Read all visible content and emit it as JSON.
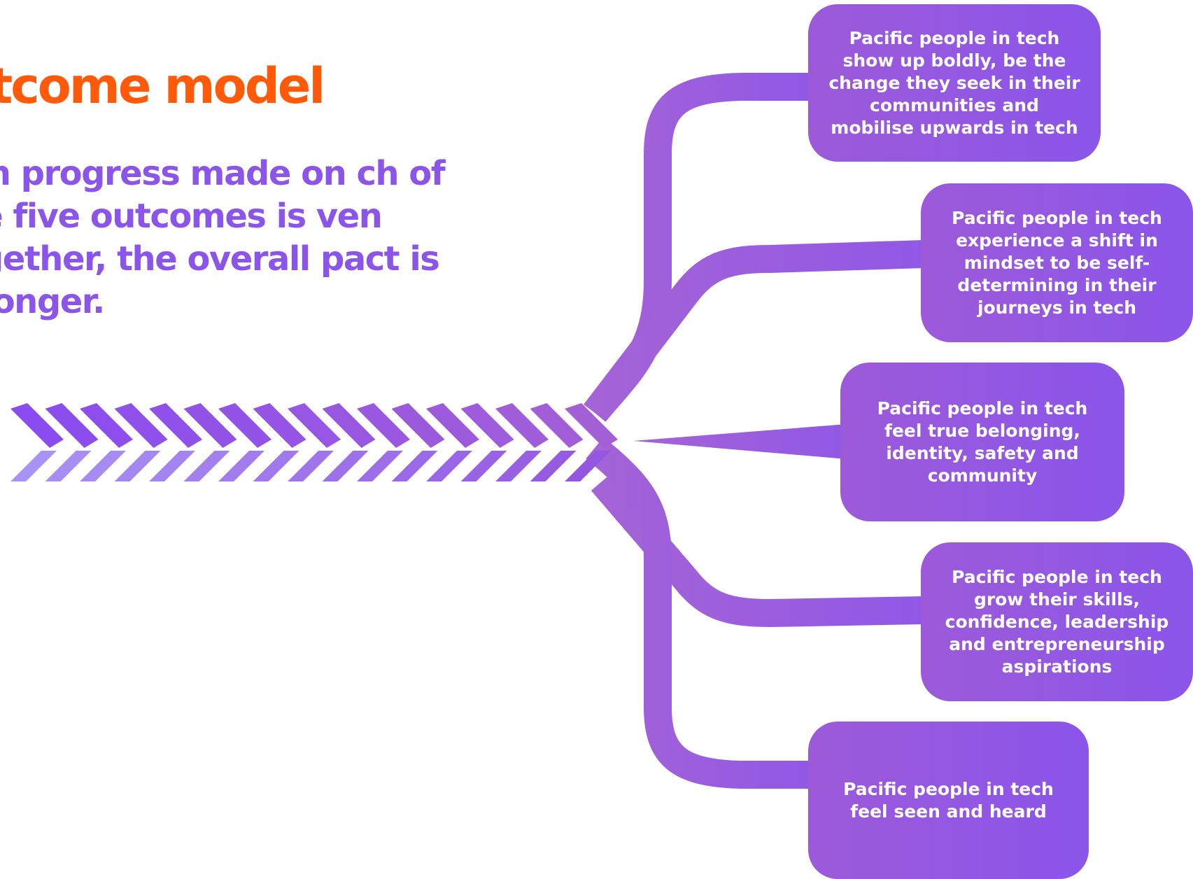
{
  "title": "utcome model",
  "subtitle": "hen progress made on ch of the five outcomes is ven together, the overall pact is stronger.",
  "colors": {
    "title": "#ff5a0a",
    "subtitle": "#8b55ea",
    "box": "#8b55ea",
    "stem": "#9c5ad9",
    "chevron_light": "#a98cf3"
  },
  "outcomes": [
    {
      "text": "Pacific people in tech show up boldly, be the change they seek in their communities and mobilise upwards in tech"
    },
    {
      "text": "Pacific people in tech experience a shift in mindset to be self-determining in their journeys in tech"
    },
    {
      "text": "Pacific people in tech feel true belonging, identity, safety and community"
    },
    {
      "text": "Pacific people in tech grow their skills, confidence, leadership and entrepreneurship aspirations"
    },
    {
      "text": "Pacific people in tech feel seen and heard"
    }
  ]
}
